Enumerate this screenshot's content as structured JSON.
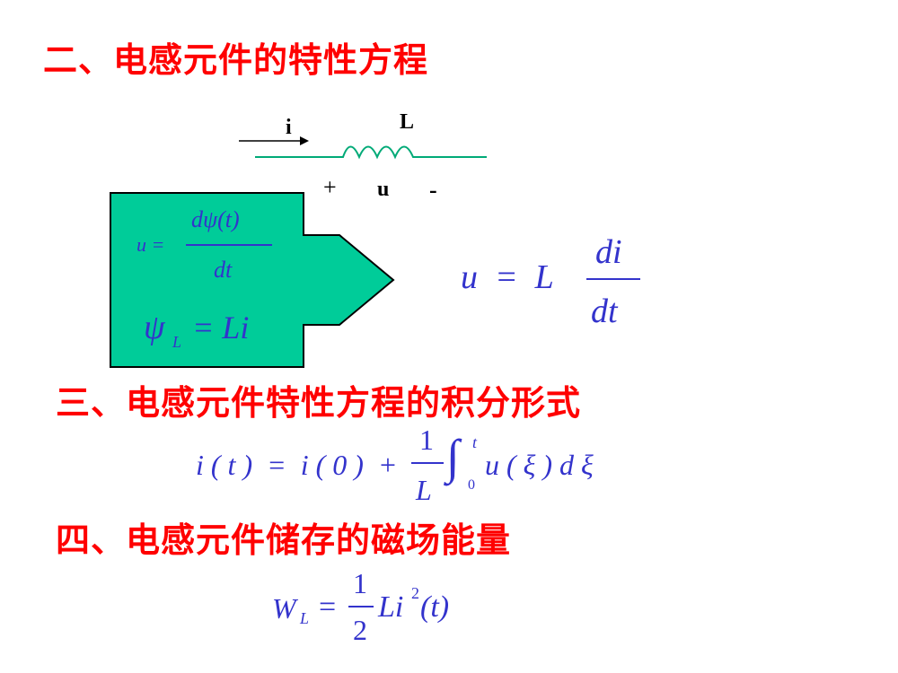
{
  "headings": {
    "h2": "二、电感元件的特性方程",
    "h3": "三、电感元件特性方程的积分形式",
    "h4": "四、电感元件储存的磁场能量"
  },
  "circuit": {
    "current_label": "i",
    "inductor_label": "L",
    "plus": "+",
    "voltage_label": "u",
    "minus": "-"
  },
  "box": {
    "eq1": {
      "lhs": "u =",
      "num": "dψ(t)",
      "den": "dt"
    },
    "eq2": {
      "psi": "ψ",
      "sub": "L",
      "rhs": "= Li"
    }
  },
  "eq_main": {
    "lhs": "u  =  L",
    "num": "di",
    "den": "dt"
  },
  "eq_integral": {
    "lhs": "i ( t )  =  i ( 0 )  +",
    "num": "1",
    "den": "L",
    "int": "∫",
    "upper": "t",
    "lower": "0",
    "integrand": "u ( ξ ) d ξ"
  },
  "eq_energy": {
    "w": "W",
    "sub": "L",
    "eq": "=",
    "num": "1",
    "den": "2",
    "rhs_base": "Li",
    "rhs_sup": "2",
    "rhs_arg": "(t)"
  },
  "colors": {
    "heading": "#ff0000",
    "math": "#3333cc",
    "box_fill": "#00cc99",
    "wire": "#00aa77"
  }
}
